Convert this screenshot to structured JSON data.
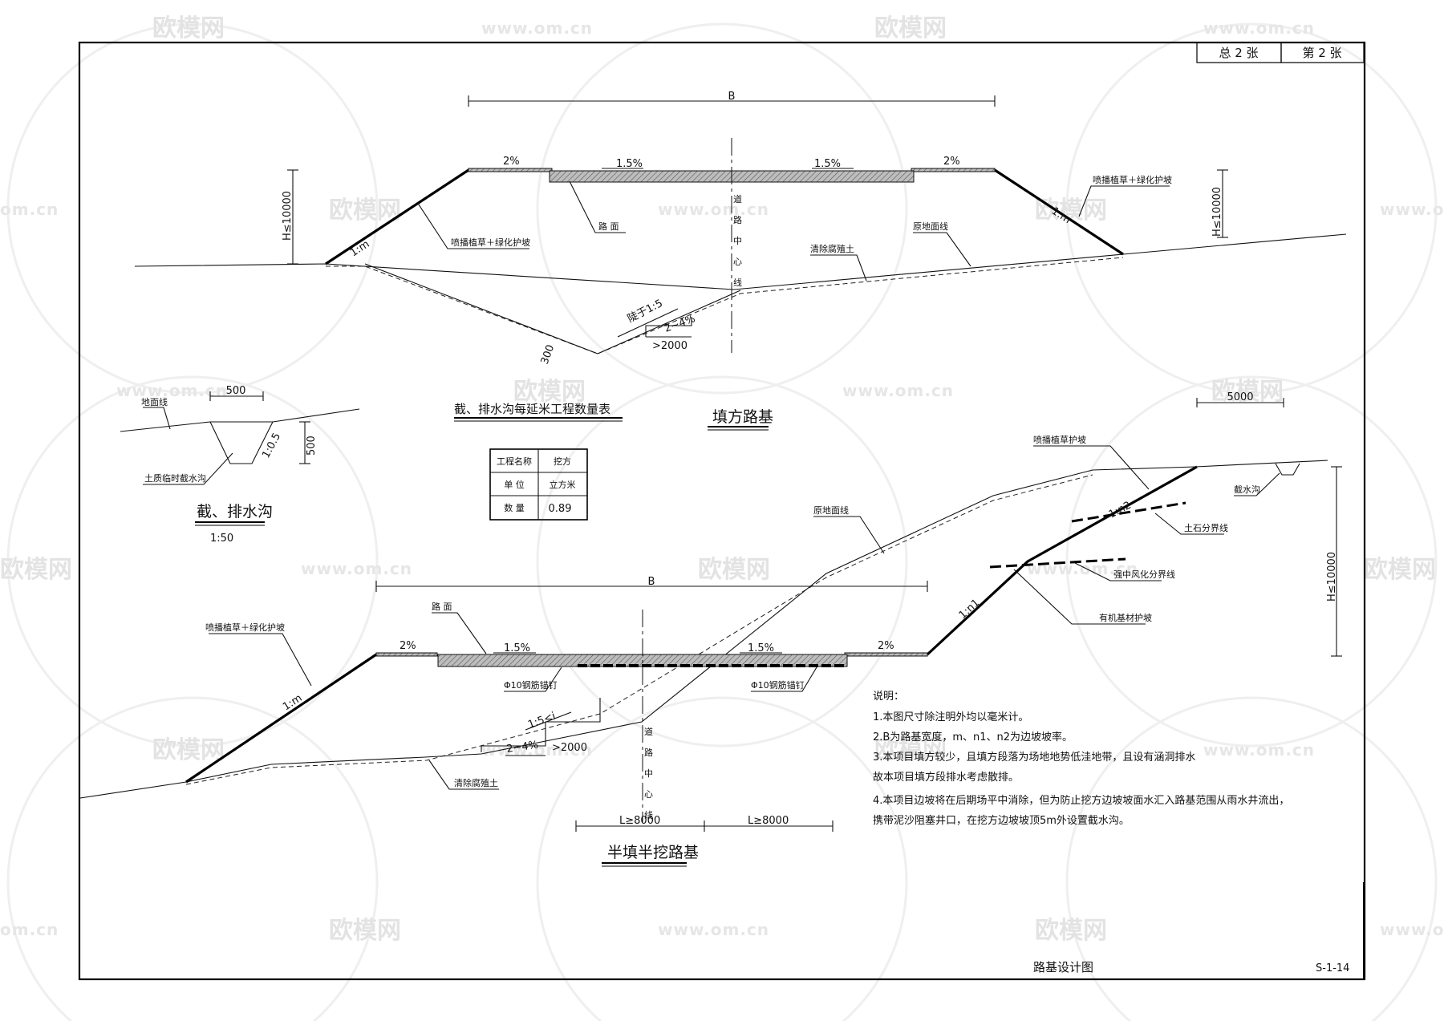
{
  "sheet": {
    "total_sheets": "总 2 张",
    "sheet_no": "第 2 张",
    "drawing_title": "路基设计图",
    "drawing_code": "S-1-14"
  },
  "watermark": {
    "brand": "欧模网",
    "url": "www.om.cn",
    "url_partial": "om.cn"
  },
  "fill_section": {
    "title": "填方路基",
    "width_label": "B",
    "slope_2pct": "2%",
    "slope_1_5pct": "1.5%",
    "height_label": "H≤10000",
    "slope_ratio": "1:m",
    "left_protection": "喷播植草＋绿化护坡",
    "right_protection": "喷播植草＋绿化护坡",
    "pavement": "路 面",
    "centerline": [
      "道",
      "路",
      "中",
      "心",
      "线"
    ],
    "ground_line": "原地面线",
    "clear_soil": "清除腐殖土",
    "step_slope": "陡于1:5",
    "step_grade": "2~4%",
    "step_width": ">2000",
    "depth": "300"
  },
  "ditch": {
    "title": "截、排水沟",
    "scale": "1:50",
    "ground": "地面线",
    "width": "500",
    "depth": "500",
    "slope": "1:0.5",
    "label": "土质临时截水沟"
  },
  "qty_table": {
    "title": "截、排水沟每延米工程数量表",
    "rows": [
      [
        "工程名称",
        "挖方"
      ],
      [
        "单 位",
        "立方米"
      ],
      [
        "数 量",
        "0.89"
      ]
    ]
  },
  "cut_fill_section": {
    "title": "半填半挖路基",
    "width_label": "B",
    "pavement": "路 面",
    "slope_2pct": "2%",
    "slope_1_5pct": "1.5%",
    "left_protection": "喷播植草＋绿化护坡",
    "slope_m": "1:m",
    "slope_n1": "1:n1",
    "slope_n2": "1:n2",
    "top_protection": "喷播植草护坡",
    "ground_line": "原地面线",
    "offset": "5000",
    "intercept_ditch": "截水沟",
    "soil_rock": "土石分界线",
    "weathering": "强中风化分界线",
    "organic": "有机基材护坡",
    "height_label": "H≤10000",
    "anchor_left": "Φ10钢筋锚钉",
    "anchor_right": "Φ10钢筋锚钉",
    "step_slope": "1:5<i",
    "step_grade": "2~4%",
    "step_width": ">2000",
    "clear_soil": "清除腐殖土",
    "centerline": [
      "道",
      "路",
      "中",
      "心",
      "线"
    ],
    "length_left": "L≥8000",
    "length_right": "L≥8000"
  },
  "notes": {
    "heading": "说明：",
    "items": [
      "1.本图尺寸除注明外均以毫米计。",
      "2.B为路基宽度，m、n1、n2为边坡坡率。",
      "3.本项目填方较少，且填方段落为场地地势低洼地带，且设有涵洞排水",
      "故本项目填方段排水考虑散排。",
      "4.本项目边坡将在后期场平中消除，但为防止挖方边坡坡面水汇入路基范围从雨水井流出，",
      "携带泥沙阻塞井口，在挖方边坡坡顶5m外设置截水沟。"
    ]
  }
}
